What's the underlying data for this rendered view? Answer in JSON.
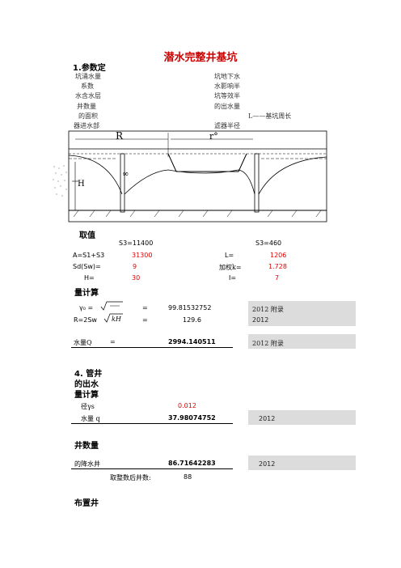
{
  "title": "潜水完整井基坑",
  "section1": "1.参数定",
  "params_left": [
    "坑涌水量",
    "系数",
    "水含水层",
    "井数量",
    "的面积",
    "器进水部"
  ],
  "params_right": [
    "坑地下水",
    "水影响半",
    "坑等效半",
    "的出水量",
    "L——基坑周长",
    "滤器半径"
  ],
  "diagram": {
    "label_R": "R",
    "label_r0": "r°"
  },
  "section2": "取值",
  "values": {
    "s3_left": "S3=11400",
    "s3_right": "S3=460",
    "a_label": "A=S1+S3",
    "a_value": "31300",
    "l_label": "L=",
    "l_value": "1206",
    "sd_label": "Sd(Sw)=",
    "sd_value": "9",
    "k_label": "加权k=",
    "k_value": "1.728",
    "h_label": "H=",
    "h_value": "30",
    "i_label": "I=",
    "i_value": "7"
  },
  "section3": "量计算",
  "calc": {
    "gamma_label": "γ₀ =",
    "eq1": "=",
    "gamma_value": "99.81532752",
    "gamma_ref": "2012 附录",
    "r_label": "R=2Sw",
    "eq2": "=",
    "r_value": "129.6",
    "r_ref": "2012",
    "q_label": "水量Q",
    "eq3": "=",
    "q_value": "2994.140511",
    "q_ref": "2012 附录"
  },
  "section4": [
    "4. 管井",
    "的出水",
    "量计算"
  ],
  "well": {
    "rs_label": "径γs",
    "rs_value": "0.012",
    "q_label": "水量 q",
    "q_value": "37.98074752",
    "q_ref": "2012"
  },
  "section5": "井数量",
  "count": {
    "n_label": "的降水井",
    "n_value": "86.71642283",
    "n_ref": "2012",
    "round_label": "取整数后井数:",
    "round_value": "88"
  },
  "section6": "布置井"
}
